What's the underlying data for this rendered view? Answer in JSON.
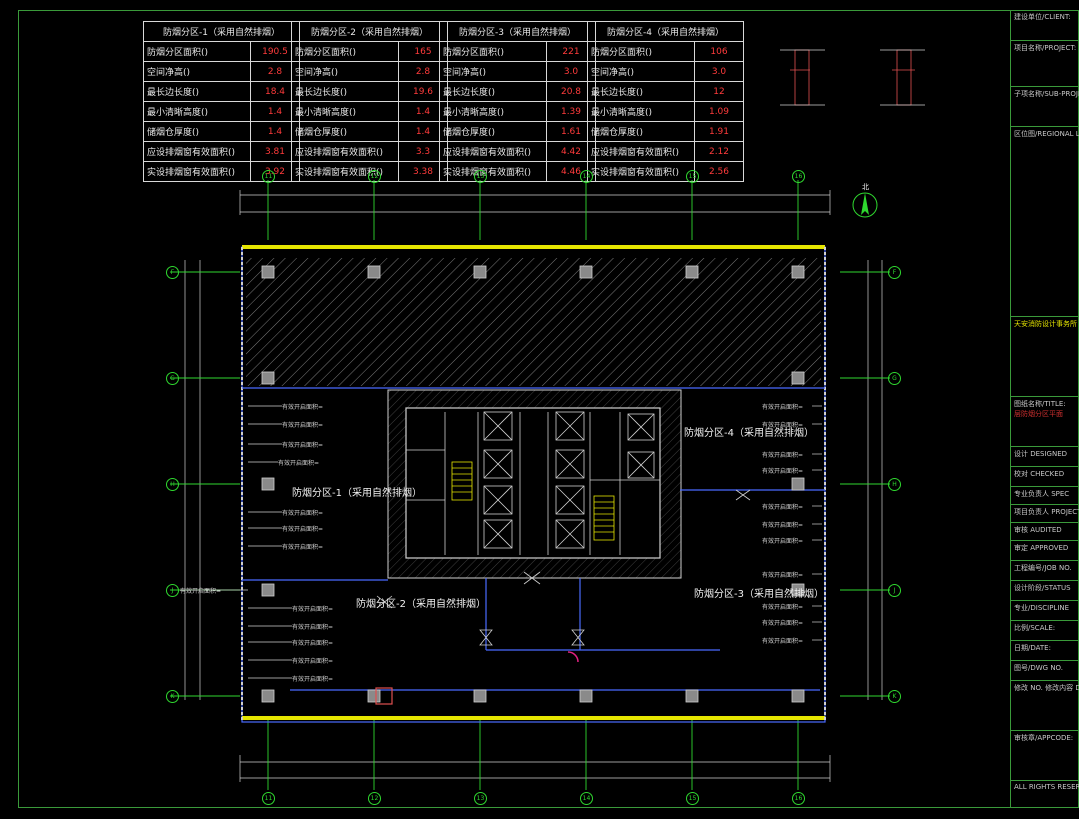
{
  "tables": [
    {
      "header": "防烟分区-1（采用自然排烟）",
      "rows": [
        {
          "label": "防烟分区面积()",
          "value": "190.5"
        },
        {
          "label": "空间净高()",
          "value": "2.8"
        },
        {
          "label": "最长边长度()",
          "value": "18.4"
        },
        {
          "label": "最小清晰高度()",
          "value": "1.4"
        },
        {
          "label": "储烟仓厚度()",
          "value": "1.4"
        },
        {
          "label": "应设排烟窗有效面积()",
          "value": "3.81"
        },
        {
          "label": "实设排烟窗有效面积()",
          "value": "3.92"
        }
      ]
    },
    {
      "header": "防烟分区-2（采用自然排烟）",
      "rows": [
        {
          "label": "防烟分区面积()",
          "value": "165"
        },
        {
          "label": "空间净高()",
          "value": "2.8"
        },
        {
          "label": "最长边长度()",
          "value": "19.6"
        },
        {
          "label": "最小清晰高度()",
          "value": "1.4"
        },
        {
          "label": "储烟仓厚度()",
          "value": "1.4"
        },
        {
          "label": "应设排烟窗有效面积()",
          "value": "3.3"
        },
        {
          "label": "实设排烟窗有效面积()",
          "value": "3.38"
        }
      ]
    },
    {
      "header": "防烟分区-3（采用自然排烟）",
      "rows": [
        {
          "label": "防烟分区面积()",
          "value": "221"
        },
        {
          "label": "空间净高()",
          "value": "3.0"
        },
        {
          "label": "最长边长度()",
          "value": "20.8"
        },
        {
          "label": "最小清晰高度()",
          "value": "1.39"
        },
        {
          "label": "储烟仓厚度()",
          "value": "1.61"
        },
        {
          "label": "应设排烟窗有效面积()",
          "value": "4.42"
        },
        {
          "label": "实设排烟窗有效面积()",
          "value": "4.46"
        }
      ]
    },
    {
      "header": "防烟分区-4（采用自然排烟）",
      "rows": [
        {
          "label": "防烟分区面积()",
          "value": "106"
        },
        {
          "label": "空间净高()",
          "value": "3.0"
        },
        {
          "label": "最长边长度()",
          "value": "12"
        },
        {
          "label": "最小清晰高度()",
          "value": "1.09"
        },
        {
          "label": "储烟仓厚度()",
          "value": "1.91"
        },
        {
          "label": "应设排烟窗有效面积()",
          "value": "2.12"
        },
        {
          "label": "实设排烟窗有效面积()",
          "value": "2.56"
        }
      ]
    }
  ],
  "plan": {
    "zone_labels": [
      "防烟分区-1（采用自然排烟）",
      "防烟分区-2（采用自然排烟）",
      "防烟分区-3（采用自然排烟）",
      "防烟分区-4（采用自然排烟）"
    ],
    "window_note": "有效开启面积=",
    "north_label": "北",
    "col_axes": [
      "11",
      "12",
      "13",
      "14",
      "15",
      "16"
    ],
    "row_axes": [
      "F",
      "G",
      "H",
      "J",
      "K"
    ]
  },
  "titleblock": {
    "client": "建设单位/CLIENT:",
    "project": "项目名称/PROJECT:",
    "subproject": "子项名称/SUB-PROJECT",
    "location": "区位图/REGIONAL LOCA",
    "company": "天安消防设计事务所",
    "drawing_title": "图纸名称/TITLE:",
    "title_value": "层防烟分区平面",
    "designed": "设计 DESIGNED",
    "checked": "校对 CHECKED",
    "specialist": "专业负责人 SPEC",
    "project_chief": "项目负责人 PROJECT CHIEF",
    "audit": "审核 AUDITED",
    "approved": "审定 APPROVED",
    "job_no": "工程编号/JOB NO.",
    "status": "设计阶段/STATUS",
    "discipline": "专业/DISCIPLINE",
    "scale": "比例/SCALE:",
    "date": "日期/DATE:",
    "dwg_no": "图号/DWG NO.",
    "rev_no": "修改 NO.",
    "description": "修改内容 DESCRIPTION",
    "approval": "审核章/APPCODE:",
    "copyright": "ALL RIGHTS RESERVED"
  }
}
